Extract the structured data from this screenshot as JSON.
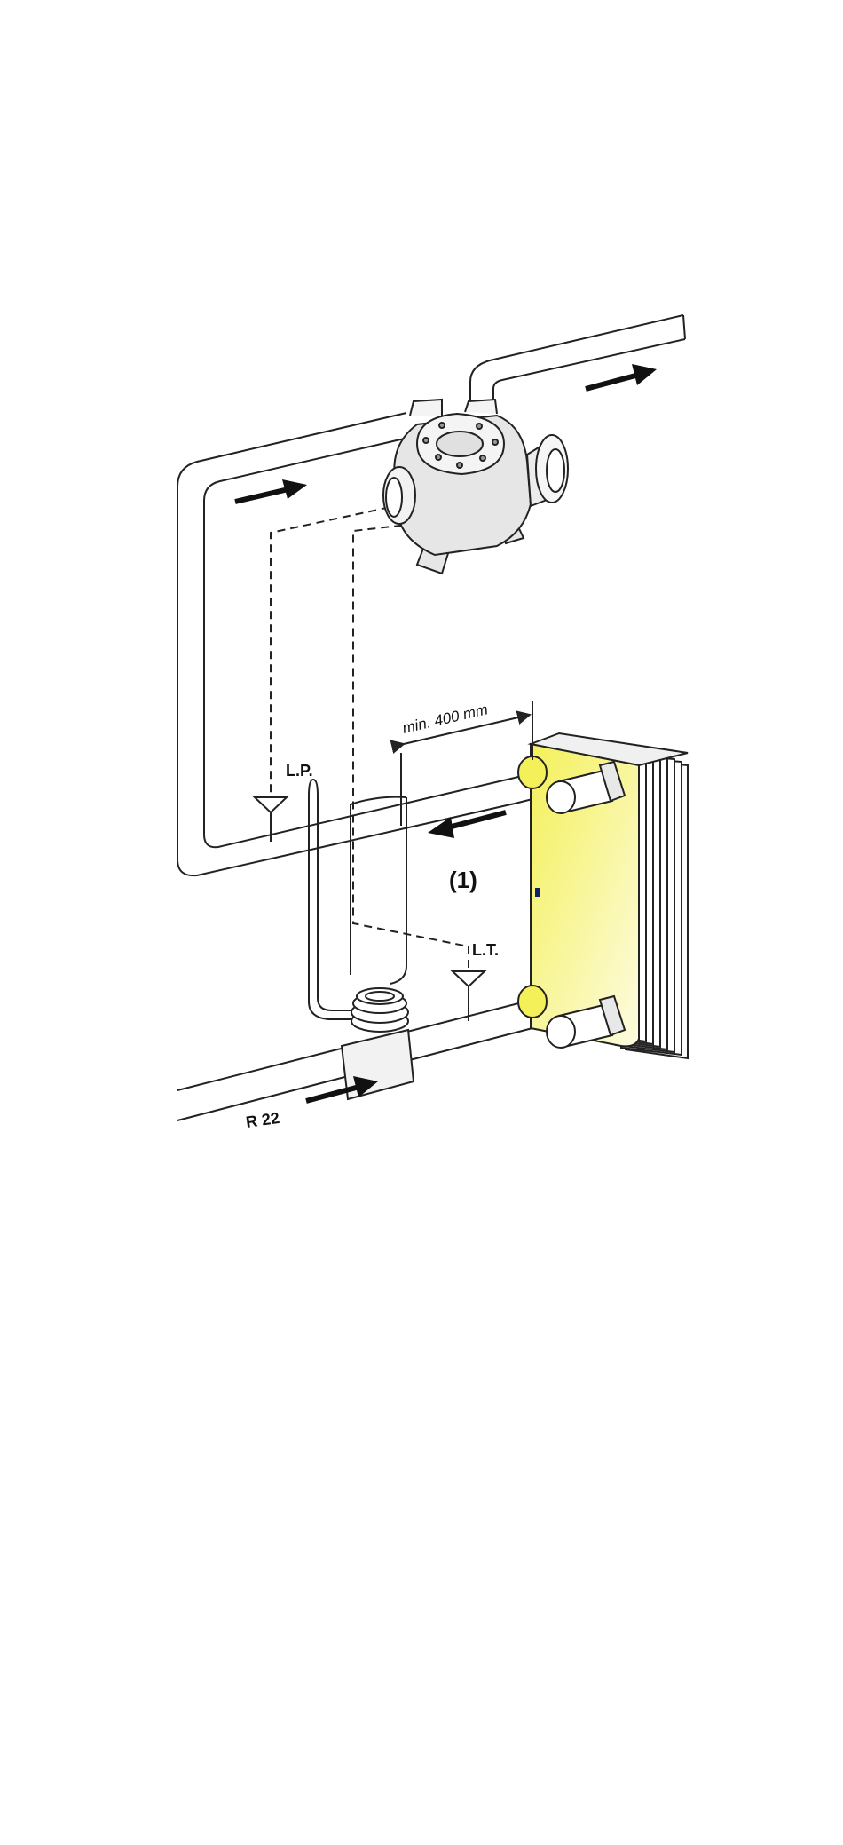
{
  "labels": {
    "dimension": "min. 400 mm",
    "lp": "L.P.",
    "lt": "L.T.",
    "component_number": "(1)",
    "refrigerant": "R 22"
  },
  "colors": {
    "exchanger_fill": "#f4f05a",
    "exchanger_fade": "#fdfce0",
    "line": "#222222",
    "pipe_fill": "#ffffff",
    "valve_fill": "#e6e6e6"
  }
}
